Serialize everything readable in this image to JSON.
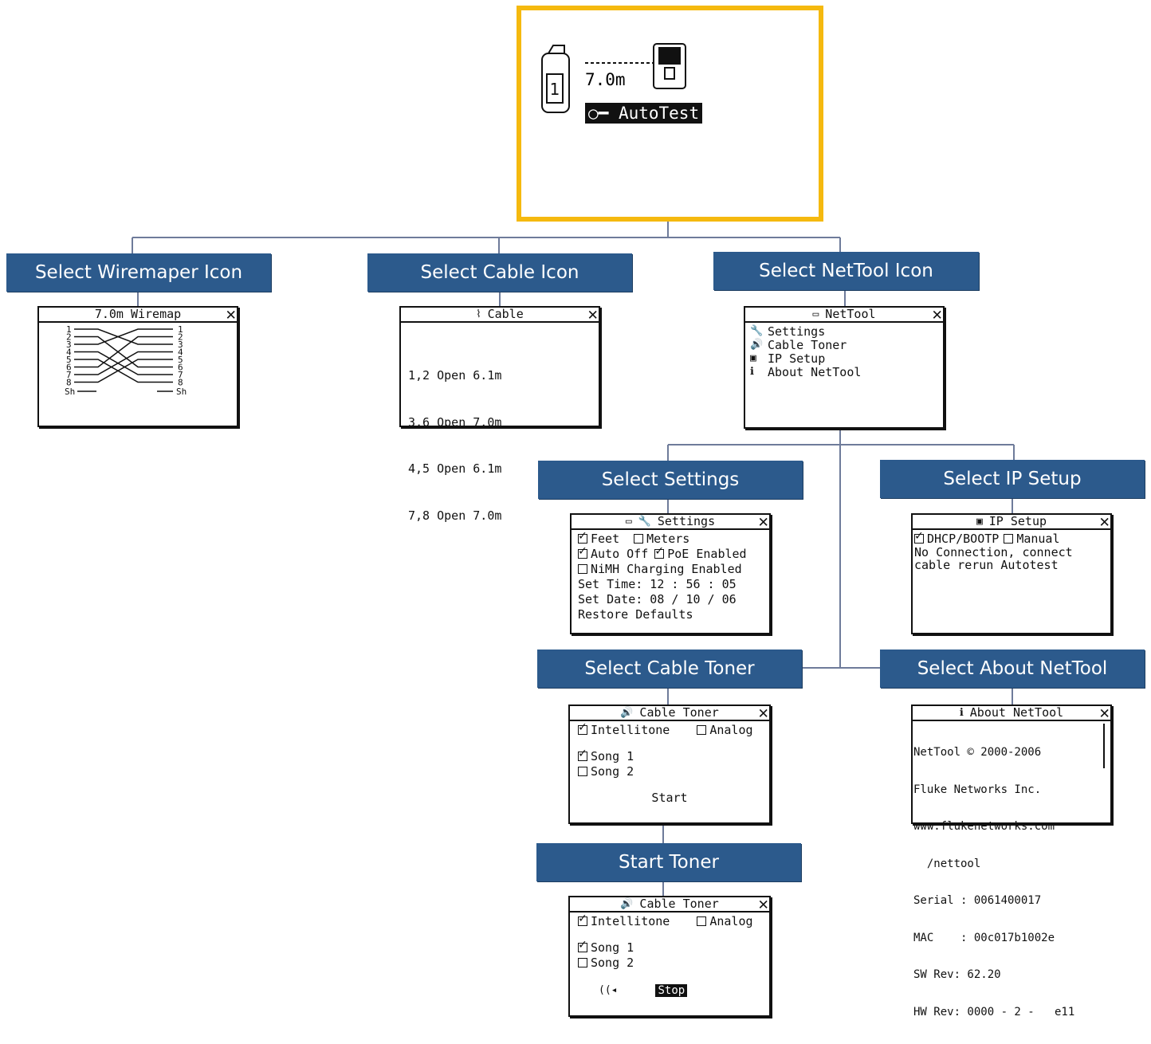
{
  "main_screen": {
    "distance": "7.0m",
    "mode_label": "AutoTest",
    "wiremapper_number": "1"
  },
  "labels": {
    "wiremaper": "Select Wiremaper Icon",
    "cable": "Select Cable Icon",
    "nettool": "Select NetTool Icon",
    "settings": "Select Settings",
    "ip_setup": "Select IP Setup",
    "cable_toner": "Select Cable Toner",
    "about_nettool": "Select About NetTool",
    "start_toner": "Start Toner"
  },
  "wiremap_screen": {
    "title": "7.0m Wiremap",
    "pins": [
      "1",
      "2",
      "3",
      "4",
      "5",
      "6",
      "7",
      "8"
    ],
    "shield": "Sh"
  },
  "cable_screen": {
    "title": "Cable",
    "lines": [
      "1,2 Open 6.1m",
      "3,6 Open 7.0m",
      "4,5 Open 6.1m",
      "7,8 Open 7.0m"
    ]
  },
  "nettool_screen": {
    "title": "NetTool",
    "items": [
      "Settings",
      "Cable Toner",
      "IP Setup",
      "About NetTool"
    ]
  },
  "settings_screen": {
    "title": "Settings",
    "feet": "Feet",
    "meters": "Meters",
    "auto_off": "Auto Off",
    "poe": "PoE Enabled",
    "nimh": "NiMH Charging Enabled",
    "set_time": "Set Time:  12 : 56 : 05",
    "set_date": "Set Date:  08 / 10 / 06",
    "restore": "Restore Defaults"
  },
  "ip_screen": {
    "title": "IP Setup",
    "dhcp": "DHCP/BOOTP",
    "manual": "Manual",
    "msg1": "No Connection, connect",
    "msg2": "cable rerun Autotest"
  },
  "toner_screen": {
    "title": "Cable Toner",
    "intellitone": "Intellitone",
    "analog": "Analog",
    "song1": "Song 1",
    "song2": "Song 2",
    "start": "Start"
  },
  "toner_running_screen": {
    "title": "Cable Toner",
    "intellitone": "Intellitone",
    "analog": "Analog",
    "song1": "Song 1",
    "song2": "Song 2",
    "stop": "Stop"
  },
  "about_screen": {
    "title": "About NetTool",
    "lines": [
      "NetTool © 2000-2006",
      "Fluke Networks Inc.",
      "www.flukenetworks.com",
      "  /nettool",
      "Serial : 0061400017",
      "MAC    : 00c017b1002e",
      "SW Rev: 62.20",
      "HW Rev: 0000 - 2 -   e11"
    ]
  },
  "colors": {
    "label_bg": "#2c5a8c",
    "connector": "#6e7b9a",
    "highlight_border": "#f5b90f"
  }
}
